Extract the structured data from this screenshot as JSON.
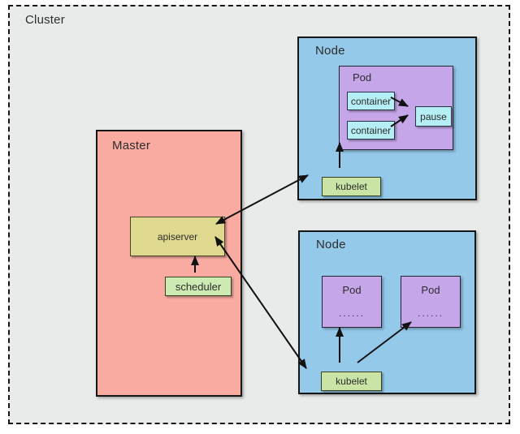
{
  "cluster": {
    "label": "Cluster",
    "master": {
      "label": "Master",
      "apiserver_label": "apiserver",
      "scheduler_label": "scheduler"
    },
    "node_top": {
      "label": "Node",
      "pod": {
        "label": "Pod",
        "container_top_label": "container",
        "container_bottom_label": "container",
        "pause_label": "pause"
      },
      "kubelet_label": "kubelet"
    },
    "node_bottom": {
      "label": "Node",
      "pod_left": {
        "label": "Pod",
        "dots": "......"
      },
      "pod_right": {
        "label": "Pod",
        "dots": "......"
      },
      "kubelet_label": "kubelet"
    }
  },
  "edges": [
    {
      "from": "scheduler",
      "to": "apiserver",
      "direction": "one-way"
    },
    {
      "from": "apiserver",
      "to": "kubelet-node-top",
      "direction": "two-way"
    },
    {
      "from": "apiserver",
      "to": "kubelet-node-bottom",
      "direction": "two-way"
    },
    {
      "from": "kubelet-node-top",
      "to": "pod-node-top",
      "direction": "one-way"
    },
    {
      "from": "container-top",
      "to": "pause",
      "direction": "one-way"
    },
    {
      "from": "container-bottom",
      "to": "pause",
      "direction": "one-way"
    },
    {
      "from": "kubelet-node-bottom",
      "to": "pod-left",
      "direction": "one-way"
    },
    {
      "from": "kubelet-node-bottom",
      "to": "pod-right",
      "direction": "one-way"
    }
  ],
  "colors": {
    "cluster_bg": "#e9eaea",
    "master_fill": "#f9aba1",
    "node_fill": "#94c9ea",
    "pod_fill": "#c5a6e9",
    "container_fill": "#b5eef4",
    "pause_fill": "#b5eef4",
    "apiserver_fill": "#ded98f",
    "kubelet_fill": "#c9e4a4",
    "scheduler_fill": "#cdeab2",
    "border": "#161616",
    "arrow": "#111111",
    "text": "#2d2d2d"
  }
}
